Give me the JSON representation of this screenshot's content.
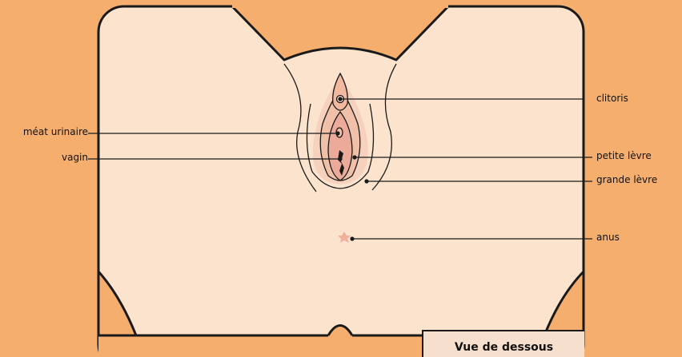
{
  "colors": {
    "background": "#F5AE6E",
    "panel": "#FBE3CE",
    "skin": "#F6DFCC",
    "labia": "#F0C0A8",
    "inner": "#EBAA9A",
    "outline": "#1a1a1a"
  },
  "labels": {
    "clitoris": "clitoris",
    "urethral_meatus": "méat urinaire",
    "vagina": "vagin",
    "labia_minora": "petite lèvre",
    "labia_majora": "grande lèvre",
    "anus": "anus"
  },
  "caption": "Vue de dessous"
}
